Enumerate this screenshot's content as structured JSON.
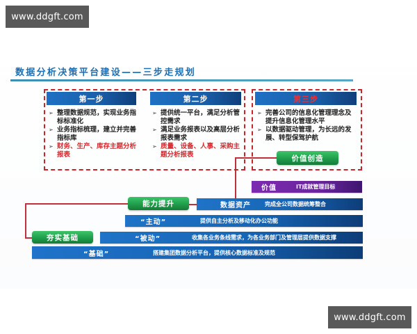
{
  "watermarks": {
    "top_left": "www.ddgft.com",
    "bottom_right": "www.ddgft.com"
  },
  "title": "数据分析决策平台建设——三步走规划",
  "steps": [
    {
      "header": "第一步",
      "items": [
        {
          "text": "整理数据规范，实现业务指标标准化",
          "highlight": false
        },
        {
          "text": "业务指标梳理，建立并完善指标库",
          "highlight": false
        },
        {
          "text": "财务、生产、库存主题分析报表",
          "highlight": true
        }
      ]
    },
    {
      "header": "第二步",
      "items": [
        {
          "text": "提供统一平台，满足分析管控需求",
          "highlight": false
        },
        {
          "text": "满足业务报表以及高层分析报表需求",
          "highlight": false
        },
        {
          "text": "质量、设备、人事、采购主题分析报表",
          "highlight": true
        }
      ]
    },
    {
      "header": "第三步",
      "items": [
        {
          "text": "完善公司的信息化管理理念及提升信息化管理水平",
          "highlight": false
        },
        {
          "text": "以数据驱动管理，为长远的发展、转型保驾护航",
          "highlight": false
        }
      ]
    }
  ],
  "bullet_glyph": "➢",
  "green_labels": {
    "value_creation": "价值创造",
    "capability_up": "能力提升",
    "foundation": "夯实基础"
  },
  "layers": [
    {
      "key": "价值",
      "desc": "IT成就管理目标",
      "color": "#6b259c"
    },
    {
      "key": "数据资产",
      "desc": "完成全公司数据统筹整合",
      "color": "#1765b6"
    },
    {
      "key": "“主动”",
      "desc": "提供自主分析及移动化办公功能",
      "color": "#1765b6"
    },
    {
      "key": "“被动”",
      "desc": "收集各业务条线需求，为各业务部门及管理层提供数据支撑",
      "color": "#1765b6"
    },
    {
      "key": "“基础”",
      "desc": "搭建集团数据分析平台，提供核心数据标准及规范",
      "color": "#1765b6"
    }
  ],
  "colors": {
    "accent_blue": "#1f6fb3",
    "dash_red": "#c8242c",
    "green": "#1f9e4c",
    "purple": "#6b259c",
    "highlight_red": "#d42a2f"
  }
}
